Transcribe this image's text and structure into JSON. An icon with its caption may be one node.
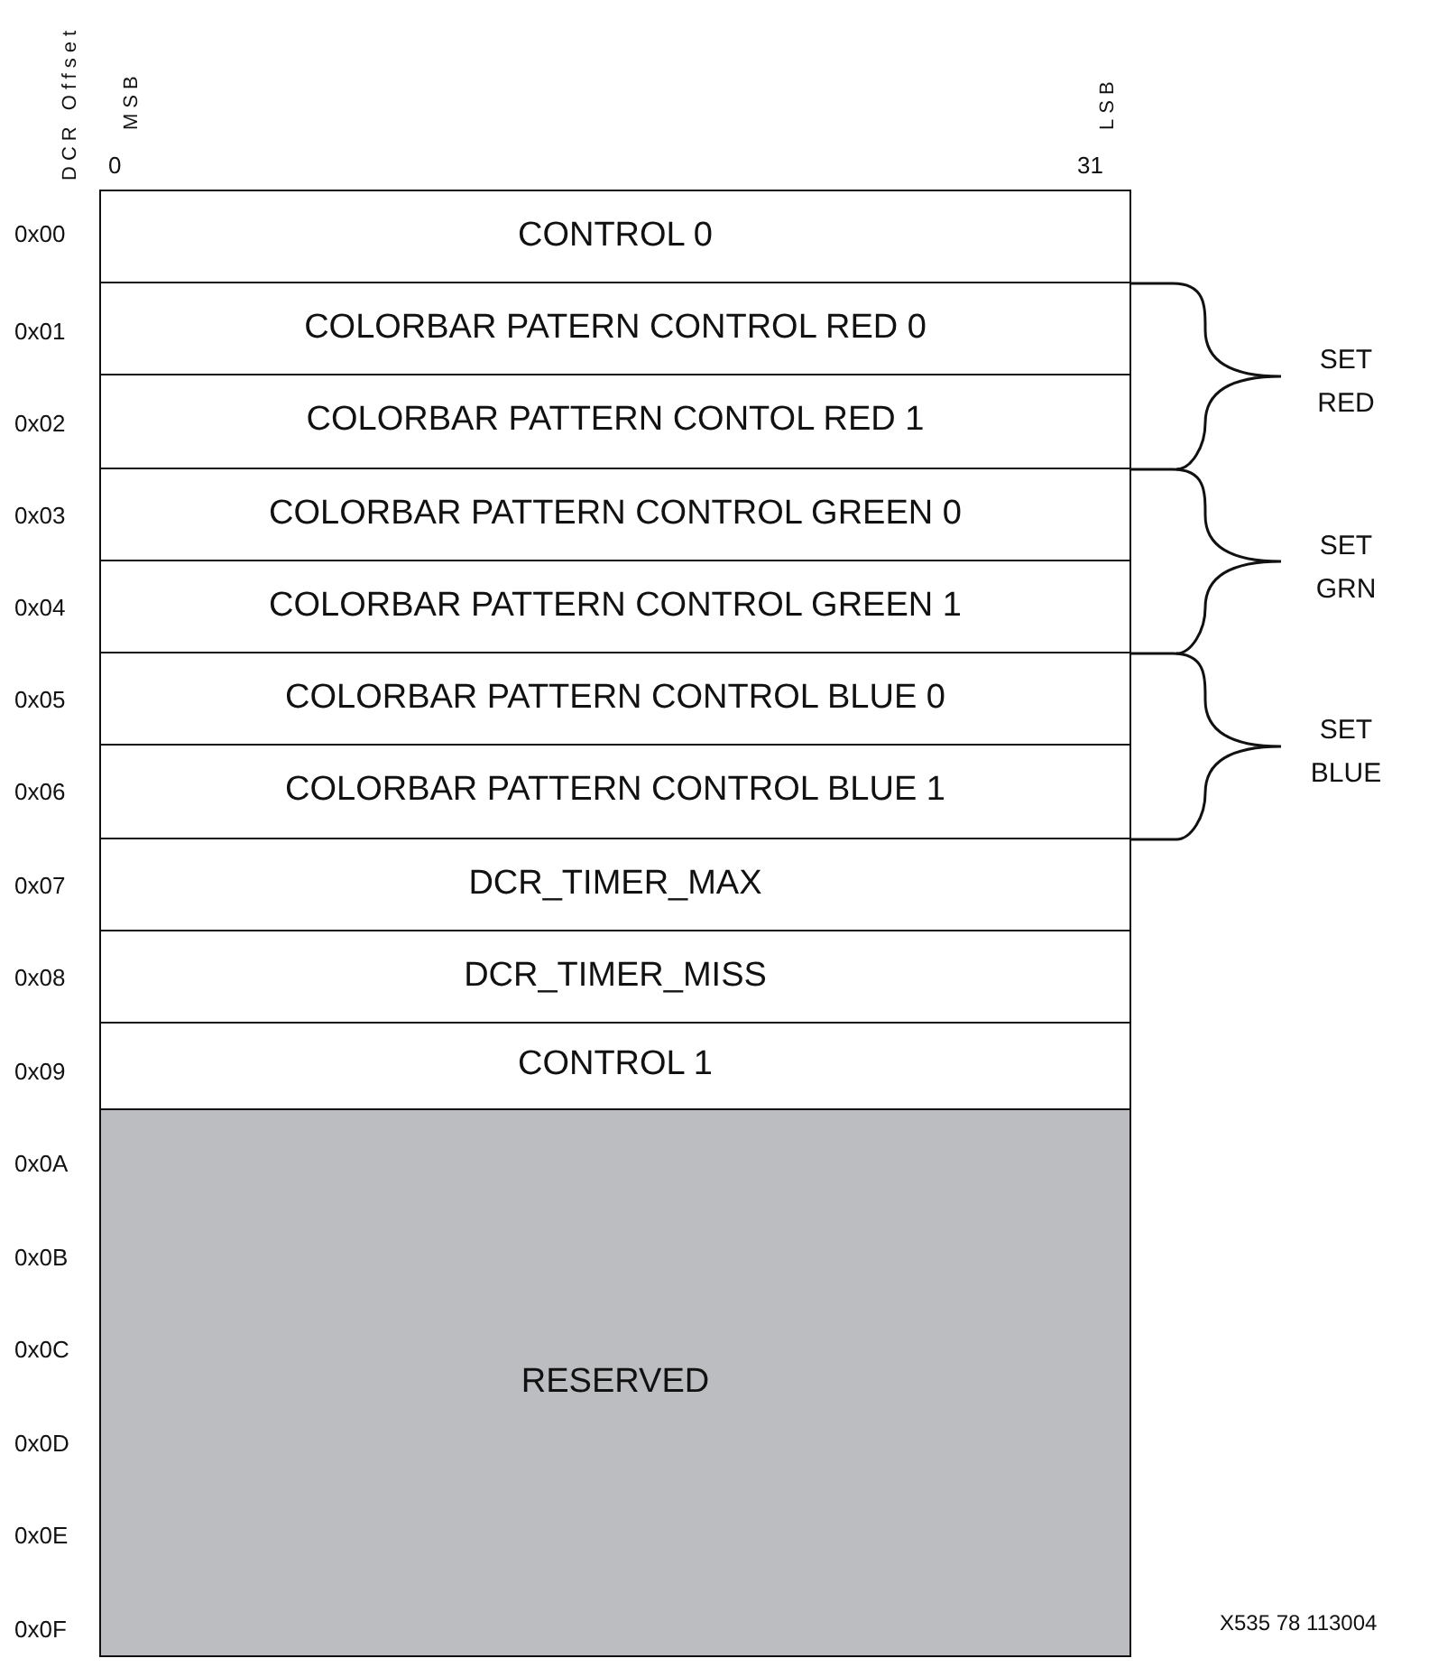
{
  "diagram": {
    "nodes": [
      {
        "text": [
          "CONTROL 0"
        ]
      },
      {
        "text": [
          "COLORBAR PATERN CONTROL RED 0"
        ]
      },
      {
        "text": [
          "COLORBAR PATTERN CONTOL RED 1"
        ]
      },
      {
        "text": [
          "COLORBAR PATTERN CONTROL GREEN 0"
        ]
      },
      {
        "text": [
          "COLORBAR PATTERN CONTROL GREEN 1"
        ]
      },
      {
        "text": [
          "COLORBAR PATTERN CONTROL BLUE 0"
        ]
      },
      {
        "text": [
          "COLORBAR PATTERN CONTROL BLUE 1"
        ]
      },
      {
        "text": [
          "DCR_TIMER_MAX"
        ]
      },
      {
        "text": [
          "DCR_TIMER_MISS"
        ]
      },
      {
        "text": [
          "CONTROL 1"
        ]
      },
      {
        "text": [
          "RESERVED"
        ]
      }
    ],
    "labels": [
      "DCR Offset",
      "MSB",
      "LSB",
      "0",
      "31",
      "0x00",
      "0x01",
      "0x02",
      "0x03",
      "0x04",
      "0x05",
      "0x06",
      "0x07",
      "0x08",
      "0x09",
      "0x0A",
      "0x0B",
      "0x0C",
      "0x0D",
      "0x0E",
      "0x0F",
      "SET RED",
      "SET GRN",
      "SET BLUE",
      "X535 78 113004"
    ]
  }
}
